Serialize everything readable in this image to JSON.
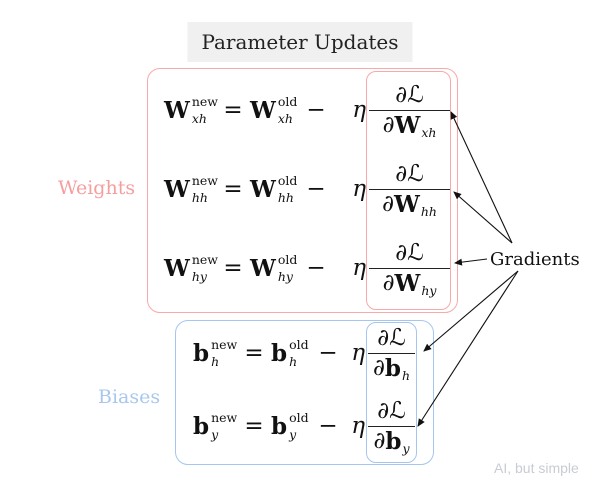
{
  "title": "Parameter Updates",
  "gradients_label": "Gradients",
  "watermark": "AI, but simple",
  "colors": {
    "weights_border": "#f8a9a9",
    "weights_label": "#f59e9e",
    "biases_border": "#a5c6f0",
    "biases_label": "#a9c7ee",
    "title_background": "#f0f0f0",
    "equation_text": "#111111",
    "arrow": "#111111",
    "watermark": "#c8ccd3"
  },
  "weights": {
    "label": "Weights",
    "equations": [
      {
        "lhs_base": "W",
        "lhs_sup": "new",
        "lhs_sub": "xh",
        "equals": "=",
        "rhs_base": "W",
        "rhs_sup": "old",
        "rhs_sub": "xh",
        "minus": "−",
        "eta": "η",
        "num_partial": "∂",
        "num_loss": "ℒ",
        "den_partial": "∂",
        "den_base": "W",
        "den_sub": "xh"
      },
      {
        "lhs_base": "W",
        "lhs_sup": "new",
        "lhs_sub": "hh",
        "equals": "=",
        "rhs_base": "W",
        "rhs_sup": "old",
        "rhs_sub": "hh",
        "minus": "−",
        "eta": "η",
        "num_partial": "∂",
        "num_loss": "ℒ",
        "den_partial": "∂",
        "den_base": "W",
        "den_sub": "hh"
      },
      {
        "lhs_base": "W",
        "lhs_sup": "new",
        "lhs_sub": "hy",
        "equals": "=",
        "rhs_base": "W",
        "rhs_sup": "old",
        "rhs_sub": "hy",
        "minus": "−",
        "eta": "η",
        "num_partial": "∂",
        "num_loss": "ℒ",
        "den_partial": "∂",
        "den_base": "W",
        "den_sub": "hy"
      }
    ]
  },
  "biases": {
    "label": "Biases",
    "equations": [
      {
        "lhs_base": "b",
        "lhs_sup": "new",
        "lhs_sub": "h",
        "equals": "=",
        "rhs_base": "b",
        "rhs_sup": "old",
        "rhs_sub": "h",
        "minus": "−",
        "eta": "η",
        "num_partial": "∂",
        "num_loss": "ℒ",
        "den_partial": "∂",
        "den_base": "b",
        "den_sub": "h"
      },
      {
        "lhs_base": "b",
        "lhs_sup": "new",
        "lhs_sub": "y",
        "equals": "=",
        "rhs_base": "b",
        "rhs_sup": "old",
        "rhs_sub": "y",
        "minus": "−",
        "eta": "η",
        "num_partial": "∂",
        "num_loss": "ℒ",
        "den_partial": "∂",
        "den_base": "b",
        "den_sub": "y"
      }
    ]
  }
}
